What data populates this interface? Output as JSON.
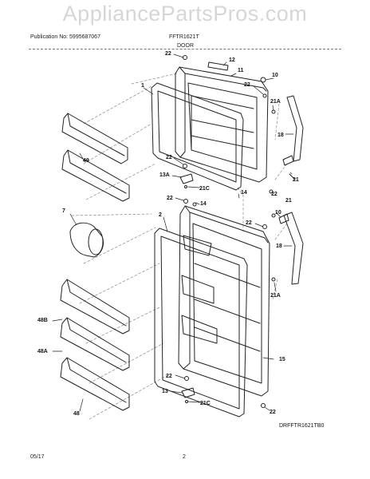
{
  "watermark": "AppliancePartsPros.com",
  "header": {
    "publication": "Publication No: 5995687067",
    "model": "FFTR1621T",
    "section": "DOOR"
  },
  "diagram_code": "DRFFTR1621TB0",
  "footer": {
    "date": "05/17",
    "page": "2"
  },
  "parts": {
    "p22_top": "22",
    "p12": "12",
    "p11": "11",
    "p1": "1",
    "p10_top": "10",
    "p22_r1": "22",
    "p21a_top": "21A",
    "p18_top": "18",
    "p21_top": "21",
    "p49": "49",
    "p22_mid": "22",
    "p13a": "13A",
    "p21c_top": "21C",
    "p14_left": "14",
    "p22_l2": "22",
    "p14_mid": "14",
    "p22_r2": "22",
    "p21_mid": "21",
    "p10_mid": "10",
    "p22_r3": "22",
    "p7": "7",
    "p2": "2",
    "p18_mid": "18",
    "p21a_mid": "21A",
    "p48b": "48B",
    "p48a": "48A",
    "p15": "15",
    "p22_bot": "22",
    "p13": "13",
    "p21c_bot": "21C",
    "p48": "48",
    "p22_bot_r": "22"
  }
}
